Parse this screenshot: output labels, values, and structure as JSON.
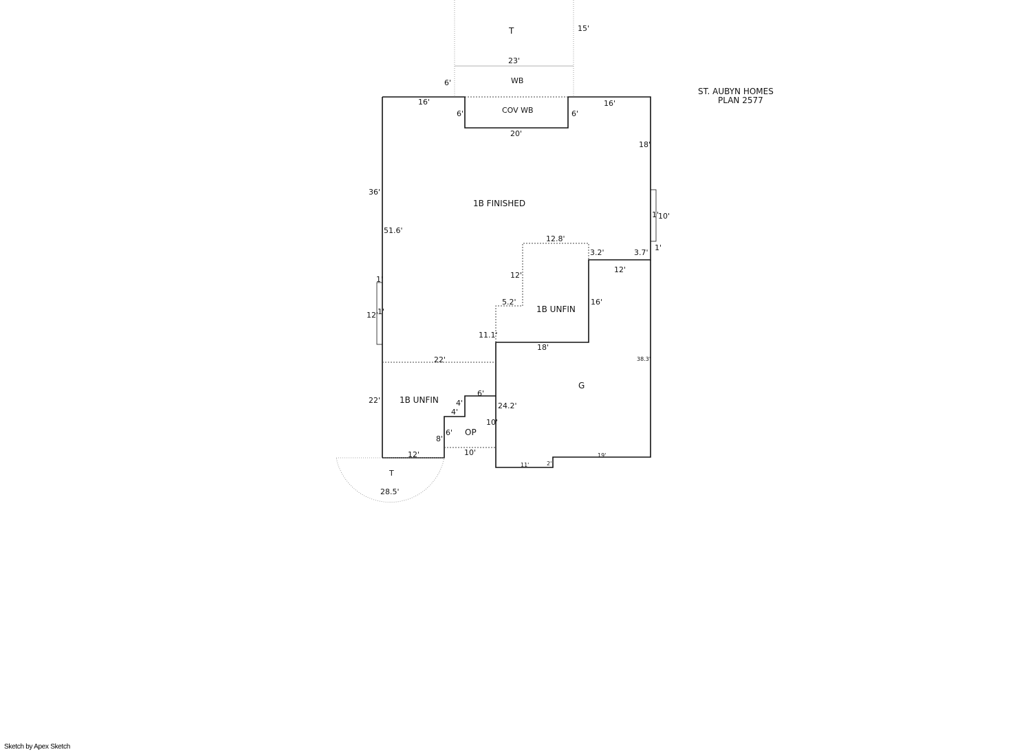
{
  "title": {
    "line1": "ST. AUBYN HOMES",
    "line2": "PLAN 2577"
  },
  "areas": {
    "finished": "1B FINISHED",
    "unfin_center": "1B UNFIN",
    "unfin_left": "1B UNFIN",
    "garage": "G",
    "open_porch": "OP",
    "cov_wb": "COV WB",
    "wb": "WB",
    "terrace_top": "T",
    "terrace_bottom": "T"
  },
  "dimensions": {
    "t_top": "15'",
    "t_width": "23'",
    "wb_side": "6'",
    "top_left": "16'",
    "top_right": "16'",
    "cov_left": "6'",
    "cov_right": "6'",
    "cov_bottom": "20'",
    "right_upper": "18'",
    "left_outer": "36'",
    "left_inner": "51.6'",
    "bay_right_side": "1'",
    "bay_right_len": "10'",
    "bay_right_gap": "1'",
    "notch_top": "12.8'",
    "notch_a": "3.2'",
    "notch_b": "3.7'",
    "step_12": "12'",
    "step_12_left": "12'",
    "step_5": "5.2'",
    "step_11": "11.1'",
    "unfin_right": "16'",
    "unfin_bottom": "18'",
    "garage_right": "38.3'",
    "bay_left_top": "1'",
    "bay_left_side": "1'",
    "bay_left_len": "12'",
    "mid_line": "22'",
    "left_lower": "22'",
    "stair_6": "6'",
    "stair_4a": "4'",
    "stair_4b": "4'",
    "garage_left": "24.2'",
    "op_left": "6'",
    "op_right": "10'",
    "left_8": "8'",
    "bottom_12": "12'",
    "op_bottom": "10'",
    "garage_b11": "11'",
    "garage_b2": "2'",
    "garage_b19": "19'",
    "arc": "28.5'"
  },
  "footer": {
    "credit": "Sketch by Apex Sketch"
  }
}
